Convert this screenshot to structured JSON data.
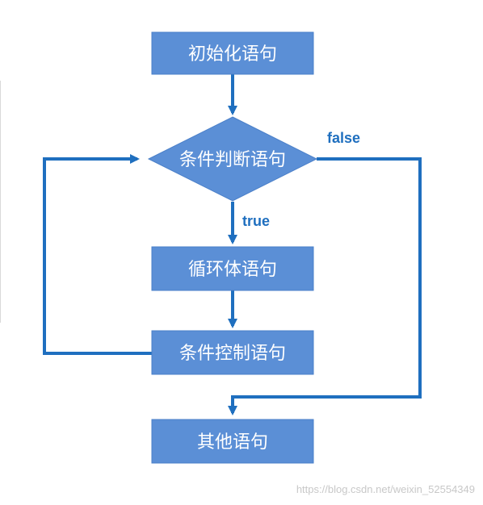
{
  "colors": {
    "node_fill": "#5b8fd6",
    "node_dark": "#4a7fc8",
    "edge": "#1f6fbf",
    "label": "#1f6fbf",
    "watermark": "#c8c8c8"
  },
  "nodes": {
    "init": "初始化语句",
    "condition": "条件判断语句",
    "body": "循环体语句",
    "control": "条件控制语句",
    "other": "其他语句"
  },
  "edges": {
    "true_label": "true",
    "false_label": "false"
  },
  "watermark": "https://blog.csdn.net/weixin_52554349"
}
